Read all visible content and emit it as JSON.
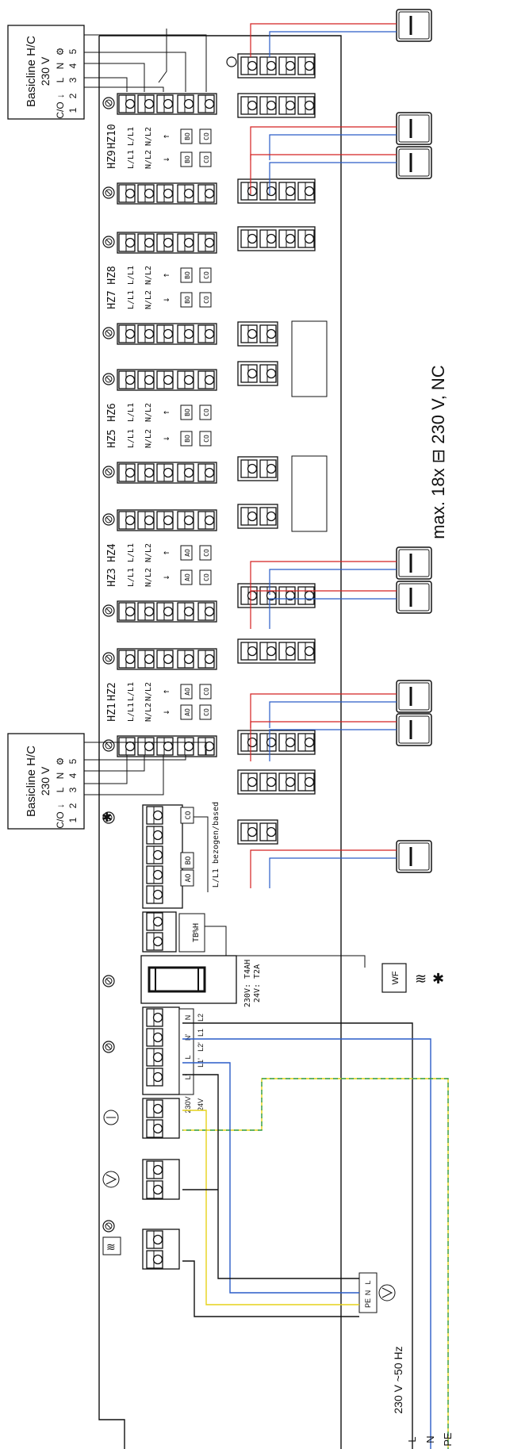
{
  "basicline_top": {
    "title": "Basicline H/C",
    "voltage": "230 V",
    "terminals": [
      "C/O",
      "↓",
      "L",
      "N",
      "⚙",
      "1",
      "2",
      "3",
      "4",
      "5"
    ]
  },
  "basicline_mid": {
    "title": "Basicline H/C",
    "voltage": "230 V",
    "terminals": [
      "C/O",
      "↓",
      "L",
      "N",
      "⚙",
      "1",
      "2",
      "3",
      "4",
      "5"
    ]
  },
  "zones": [
    "HZ10",
    "HZ9",
    "HZ8",
    "HZ7",
    "HZ6",
    "HZ5",
    "HZ4",
    "HZ3",
    "HZ2",
    "HZ1"
  ],
  "zone_labels": {
    "l": "L/L1",
    "n": "N/L2",
    "up": "↑",
    "down": "↓",
    "bo": "BO",
    "ao": "AO",
    "co": "CO"
  },
  "bezogen_label": "L/L1 bezogen/based",
  "co_label": "CO",
  "tb_label": "TB%H",
  "fuse_labels": [
    "230V: T4AH",
    "24V: T2A"
  ],
  "power_terminals": {
    "top": [
      "N",
      "N'",
      "L",
      "L'"
    ],
    "bottom": [
      "L2",
      "L1",
      "L2'",
      "L1'",
      "24V",
      "230V"
    ]
  },
  "wf_label": "WF",
  "max_label": "max. 18x ⊟ 230 V, NC",
  "supply_label": "230 V ~50 Hz",
  "supply_wires": [
    "L",
    "N",
    "PE"
  ],
  "pump_box_labels": [
    "L",
    "N",
    "PE"
  ],
  "colors": {
    "red": "#d42020",
    "blue": "#2a5cc8",
    "yellow": "#e6d21a",
    "green": "#2e9a3a",
    "black": "#1a1a1a"
  }
}
